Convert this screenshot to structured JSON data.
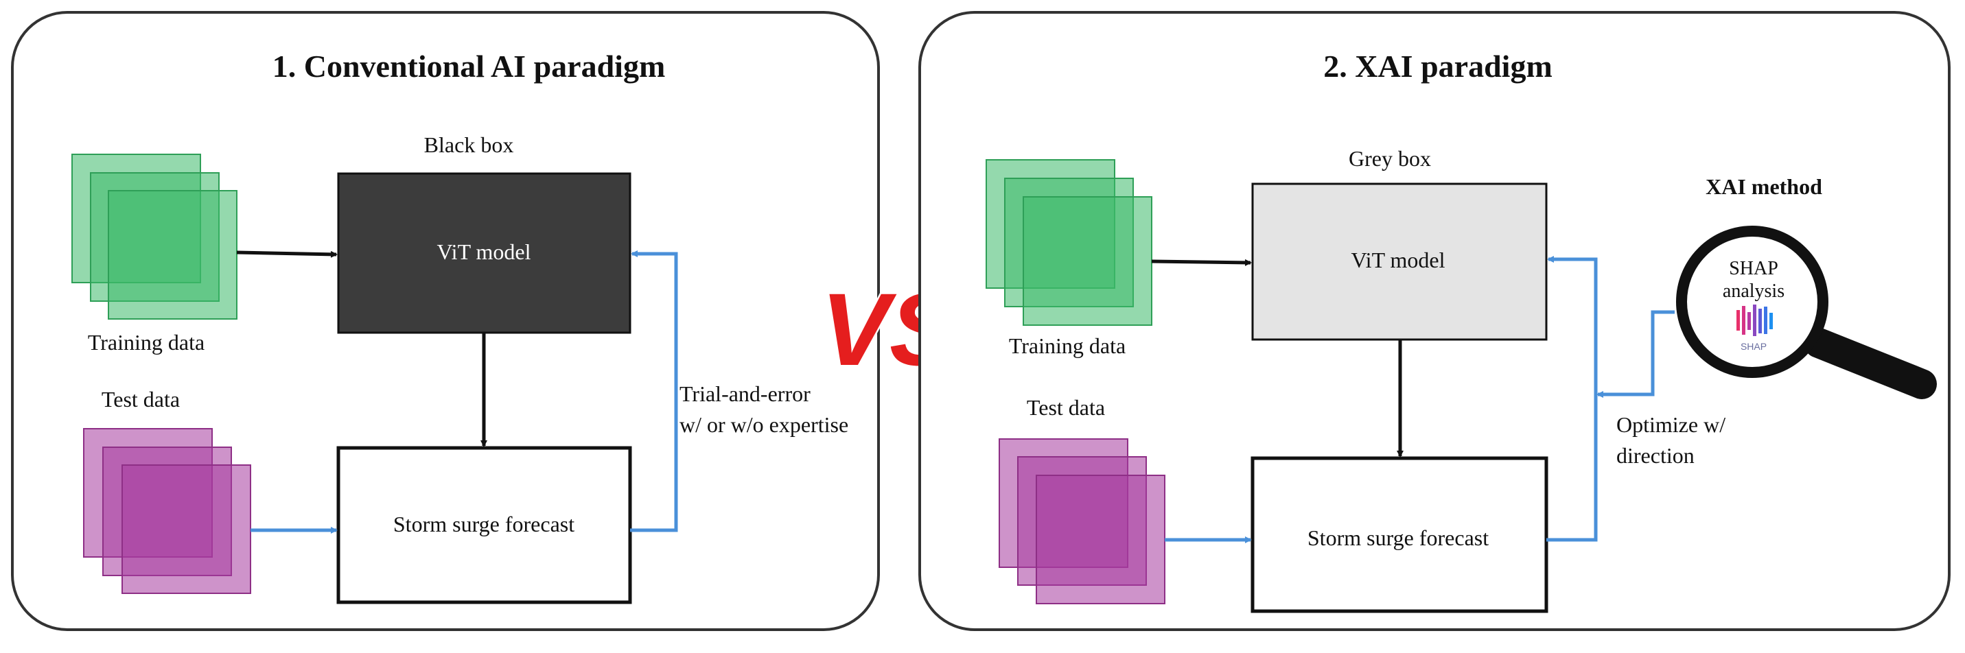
{
  "panels": {
    "conventional": {
      "title": "1. Conventional AI paradigm",
      "box_caption": "Black box",
      "model_label": "ViT model",
      "forecast_label": "Storm surge forecast",
      "training_label": "Training data",
      "test_label": "Test data",
      "feedback_label_line1": "Trial-and-error",
      "feedback_label_line2": "w/ or w/o expertise"
    },
    "xai": {
      "title": "2. XAI paradigm",
      "box_caption": "Grey box",
      "model_label": "ViT model",
      "forecast_label": "Storm surge forecast",
      "training_label": "Training data",
      "test_label": "Test data",
      "feedback_label_line1": "Optimize w/",
      "feedback_label_line2": "direction",
      "method_title": "XAI method",
      "lens_line1": "SHAP",
      "lens_line2": "analysis",
      "shap_logo_text": "SHAP"
    }
  },
  "versus_label": "VS",
  "colors": {
    "training_fill": "#3cb96a",
    "test_fill": "#a63b9e",
    "black_box": "#3c3c3c",
    "grey_box": "#e4e4e4",
    "feedback_arrow": "#4a90d9",
    "vs_red": "#e51e1e"
  },
  "icons": [
    "magnifier-icon",
    "shap-logo-icon"
  ]
}
